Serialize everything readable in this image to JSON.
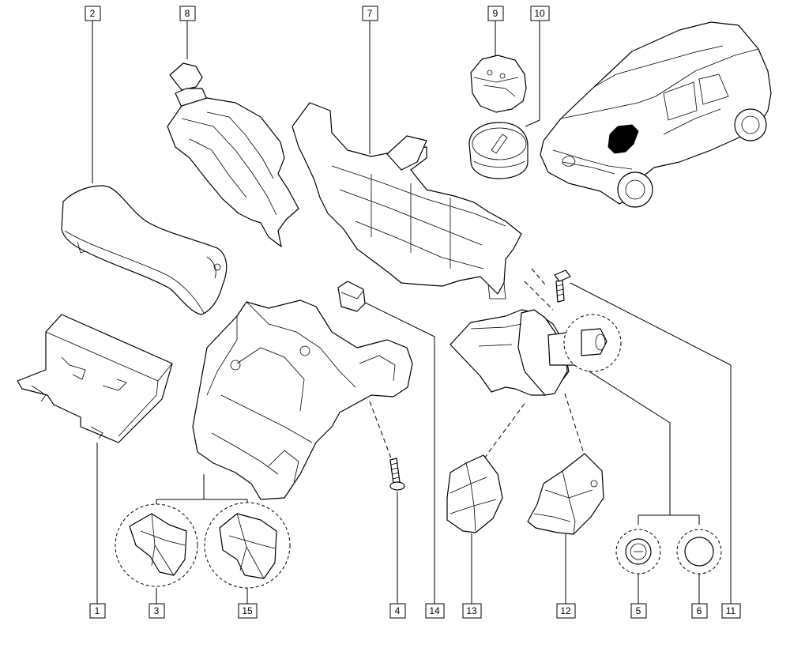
{
  "callouts": [
    {
      "id": "c2",
      "text": "2"
    },
    {
      "id": "c8",
      "text": "8"
    },
    {
      "id": "c7",
      "text": "7"
    },
    {
      "id": "c9",
      "text": "9"
    },
    {
      "id": "c10",
      "text": "10"
    },
    {
      "id": "c1",
      "text": "1"
    },
    {
      "id": "c3",
      "text": "3"
    },
    {
      "id": "c15",
      "text": "15"
    },
    {
      "id": "c4",
      "text": "4"
    },
    {
      "id": "c14",
      "text": "14"
    },
    {
      "id": "c13",
      "text": "13"
    },
    {
      "id": "c12",
      "text": "12"
    },
    {
      "id": "c5",
      "text": "5"
    },
    {
      "id": "c6",
      "text": "6"
    },
    {
      "id": "c11",
      "text": "11"
    }
  ]
}
